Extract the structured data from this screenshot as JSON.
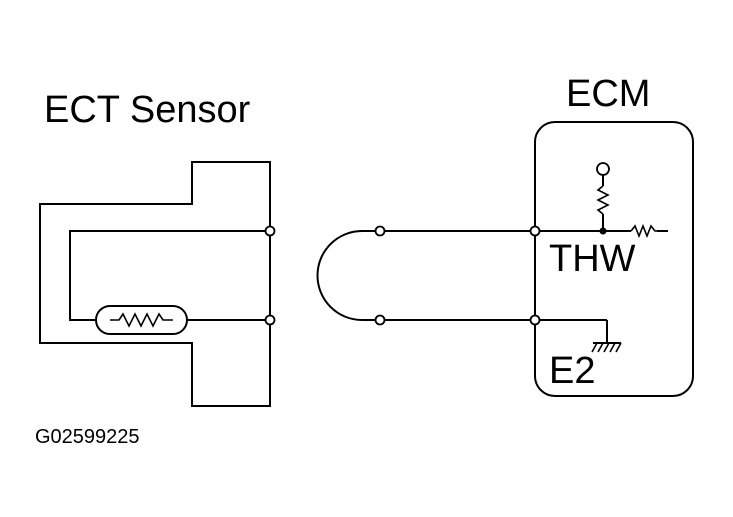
{
  "labels": {
    "sensor_title": "ECT Sensor",
    "ecm_title": "ECM",
    "thw": "THW",
    "e2": "E2",
    "figure_id": "G02599225"
  },
  "colors": {
    "ink": "#000000",
    "background": "#ffffff"
  },
  "icons": [
    "thermistor-icon",
    "resistor-icon",
    "ground-icon",
    "voltage-source-icon"
  ]
}
